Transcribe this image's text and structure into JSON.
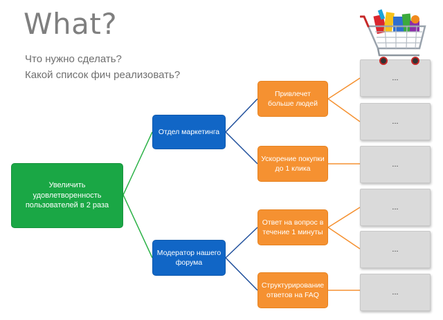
{
  "slide": {
    "title": "What?",
    "subtitle_lines": [
      "Что нужно сделать?",
      "Какой список фич реализовать?"
    ]
  },
  "tree": {
    "goal": "Увеличить удовлетворенность пользователей в 2 раза",
    "actors": [
      {
        "label": "Отдел маркетинга",
        "impacts": [
          {
            "label": "Привлечет больше людей",
            "deliverables": [
              "...",
              "..."
            ]
          },
          {
            "label": "Ускорение покупки до 1 клика",
            "deliverables": [
              "..."
            ]
          }
        ]
      },
      {
        "label": "Модератор нашего форума",
        "impacts": [
          {
            "label": "Ответ на вопрос в течение 1 минуты",
            "deliverables": [
              "...",
              "..."
            ]
          },
          {
            "label": "Структурирование ответов на FAQ",
            "deliverables": [
              "..."
            ]
          }
        ]
      }
    ]
  },
  "colors": {
    "goal": "#1aa745",
    "actor": "#1166c6",
    "impact": "#f59131",
    "deliverable": "#dadada",
    "link_green": "#2fb34a",
    "link_blue": "#1f4f9c",
    "link_orange": "#f59131"
  },
  "illustration": {
    "icon": "shopping-cart-icon"
  }
}
